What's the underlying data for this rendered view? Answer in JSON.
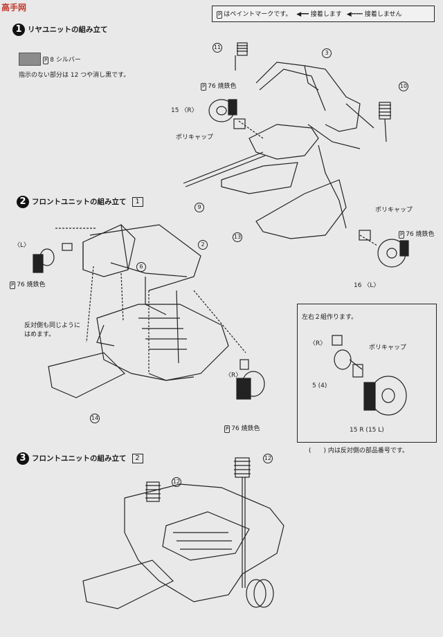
{
  "watermark": "高手网",
  "legend": {
    "paint_mark": "P",
    "paint_text": "はペイントマークです。",
    "glue_text": "接着します",
    "noglue_text": "接着しません"
  },
  "step1": {
    "number": "1",
    "title": "リヤユニットの組み立て",
    "silver_label": "8 シルバー",
    "note": "指示のない部分は 12 つや消し黒です。",
    "paint_burnt": "76 焼鉄色",
    "part15r": "15 〈R〉",
    "polycap": "ポリキャップ",
    "parts": [
      "11",
      "3",
      "10",
      "9",
      "13"
    ],
    "polycap2": "ポリキャップ",
    "paint_burnt2": "76 焼鉄色",
    "part15l": "16 〈L〉"
  },
  "step2": {
    "number": "2",
    "title": "フロントユニットの組み立て",
    "box": "1",
    "label_l": "〈L〉",
    "paint_burnt": "76 焼鉄色",
    "note_line1": "反対側も同じように",
    "note_line2": "はめます。",
    "parts": [
      "2",
      "6",
      "14"
    ],
    "label_r": "〈R〉",
    "paint_burnt_r": "76 焼鉄色"
  },
  "inset": {
    "header": "左右２組作ります。",
    "label_r": "〈R〉",
    "polycap": "ポリキャップ",
    "part5": "5 (4)",
    "part15": "15 R (15 L)",
    "caption": "(　　) 内は反対側の部品番号です。"
  },
  "step3": {
    "number": "3",
    "title": "フロントユニットの組み立て",
    "box": "2",
    "part12a": "12",
    "part12b": "12"
  }
}
